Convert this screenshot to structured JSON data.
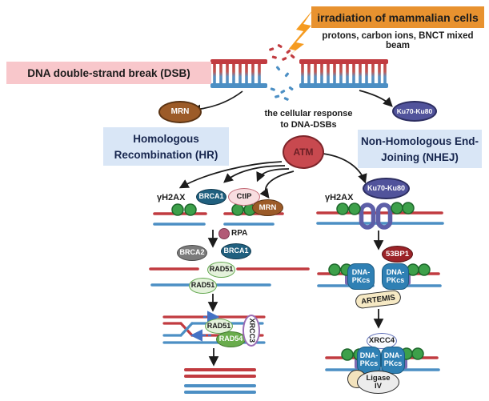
{
  "title_banner": {
    "label": "irradiation of mammalian cells",
    "subtitle": "protons, carbon ions, BNCT mixed beam"
  },
  "dsb_banner": {
    "label": "DNA double-strand break (DSB)"
  },
  "center_note": {
    "line1": "the cellular response",
    "line2": "to DNA-DSBs"
  },
  "pathway_boxes": {
    "hr": "Homologous Recombination (HR)",
    "nhej": "Non-Homologous End-Joining (NHEJ)"
  },
  "proteins": {
    "mrn": "MRN",
    "ku": "Ku70-Ku80",
    "atm": "ATM",
    "gamma_h2ax": "γH2AX",
    "brca1": "BRCA1",
    "ctip": "CtIP",
    "rpa": "RPA",
    "brca2": "BRCA2",
    "rad51": "RAD51",
    "rad54": "RAD54",
    "xrcc3": "XRCC3",
    "p53bp1": "53BP1",
    "dna_pkcs": "DNA-PKcs",
    "artemis": "ARTEMIS",
    "xrcc4": "XRCC4",
    "ligase_iv": "Ligase IV"
  },
  "colors": {
    "orange_banner": "#E8922F",
    "lightning_orange": "#F59B20",
    "pink_banner": "#F8C7CB",
    "pathway_box_blue": "#D9E6F6",
    "pathway_text_navy": "#17264E",
    "dna_red": "#C13B40",
    "dna_blue": "#4C8FC4",
    "nucleosome_green": "#3DA04A",
    "atm_red": "#C8494F",
    "mrn_brown": "#9C5B28",
    "ku_indigo": "#51539B",
    "brca1_teal": "#20607F",
    "ctip_pink": "#F8DDE0",
    "brca2_gray": "#7B7B7B",
    "rad51_pale_green": "#E4F2DB",
    "rad54_green": "#69AC4C",
    "xrcc3_purple_border": "#9A6BB4",
    "rpa_mauve": "#B25A76",
    "p53bp1_dark_red": "#9B2328",
    "dna_pkcs_blue": "#2F80B4",
    "ku_ring_purple": "#5D5FA8",
    "artemis_cream": "#F6E9C4",
    "ligase_gray": "#ECECEC"
  }
}
